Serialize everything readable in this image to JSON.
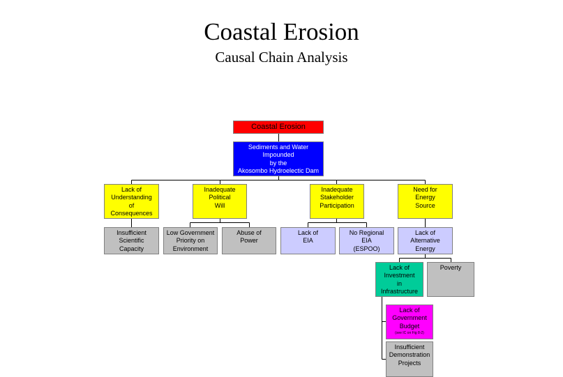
{
  "title": "Coastal Erosion",
  "subtitle": "Causal Chain Analysis",
  "colors": {
    "problem": "#ff0000",
    "immediate": "#0000ff",
    "underlying": "#ffff00",
    "root_gray": "#c0c0c0",
    "root_lilac": "#ccccff",
    "investment": "#00cc99",
    "budget": "#ff00ff"
  },
  "nodes": {
    "problem": "Coastal Erosion",
    "immediate": [
      "Sediments and Water",
      "Impounded",
      "by the",
      "Akosombo Hydroelectic Dam"
    ],
    "understanding": [
      "Lack of",
      "Understanding",
      "of",
      "Consequences"
    ],
    "political": [
      "Inadequate",
      "Political",
      "Will"
    ],
    "stakeholder": [
      "Inadequate",
      "Stakeholder",
      "Participation"
    ],
    "energy": [
      "Need for",
      "Energy",
      "Source"
    ],
    "scientific": [
      "Insufficient",
      "Scientific",
      "Capacity"
    ],
    "priority": [
      "Low Government",
      "Priority on",
      "Environment"
    ],
    "abuse": [
      "Abuse of",
      "Power"
    ],
    "eia": [
      "Lack of",
      "EIA"
    ],
    "regional_eia": [
      "No Regional",
      "EIA",
      "(ESPOO)"
    ],
    "alt_energy": [
      "Lack of",
      "Alternative",
      "Energy"
    ],
    "investment": [
      "Lack of",
      "Investment",
      "in",
      "Infrastructure"
    ],
    "poverty": [
      "Poverty"
    ],
    "budget": [
      "Lack of",
      "Government",
      "Budget"
    ],
    "budget_note": "(see IC on Fig 8-2)",
    "demonstration": [
      "Insufficient",
      "Demonstration",
      "Projects"
    ]
  }
}
